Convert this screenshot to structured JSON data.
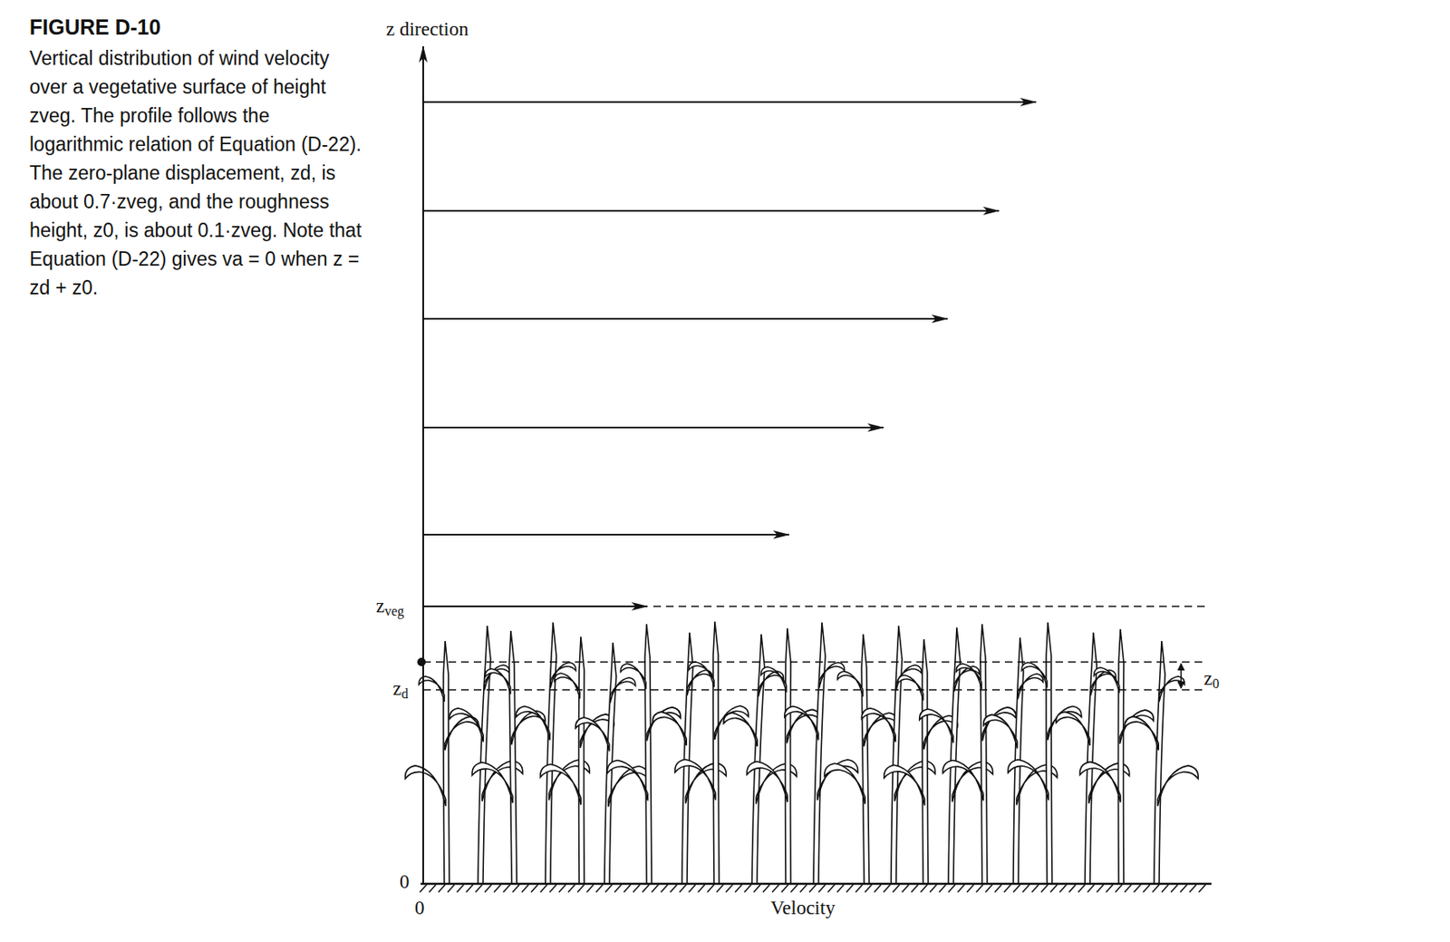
{
  "diagram": {
    "title": "FIGURE D-10",
    "caption": "Vertical distribution of wind velocity over a vegetative surface of height zveg. The profile follows the logarithmic relation of Equation (D-22). The zero-plane displacement, zd, is about 0.7·zveg, and the roughness height, z0, is about 0.1·zveg. Note that Equation (D-22) gives va = 0 when z = zd + z0.",
    "labels": [
      "z direction",
      "zveg",
      "zd",
      "z0",
      "0",
      "0",
      "Velocity"
    ]
  }
}
